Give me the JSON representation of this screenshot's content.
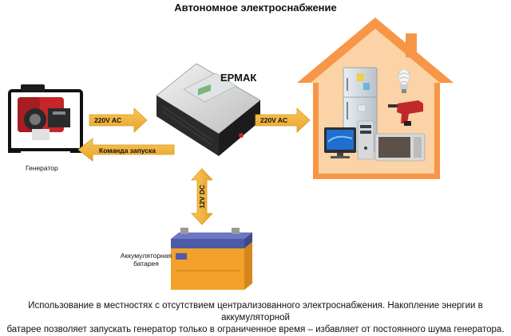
{
  "title": "Автономное электроснабжение",
  "device_label": "ЕРМАК",
  "generator_label": "Генератор",
  "battery_label_line1": "Аккумуляторная",
  "battery_label_line2": "батарея",
  "arrow_gen_to_device": "220V AC",
  "arrow_start_command": "Команда запуска",
  "arrow_device_to_house": "220V AC",
  "arrow_battery": "12V DC",
  "caption_line1": "Использование в местностях с отсутствием централизованного электроснабжения. Накопление энергии в аккумуляторной",
  "caption_line2": "батарее позволяет запускать генератор только в ограниченное время – избавляет от постоянного шума генератора.",
  "colors": {
    "arrow_fill": "#F4B63C",
    "arrow_stroke": "#D89A1E",
    "house": "#F79646",
    "house_fill": "#FBD3A6",
    "battery_body": "#F2A12A",
    "battery_top": "#4F5AA8"
  },
  "icons": [
    "generator-icon",
    "inverter-device-icon",
    "house-icon",
    "battery-icon",
    "appliances-icon"
  ]
}
